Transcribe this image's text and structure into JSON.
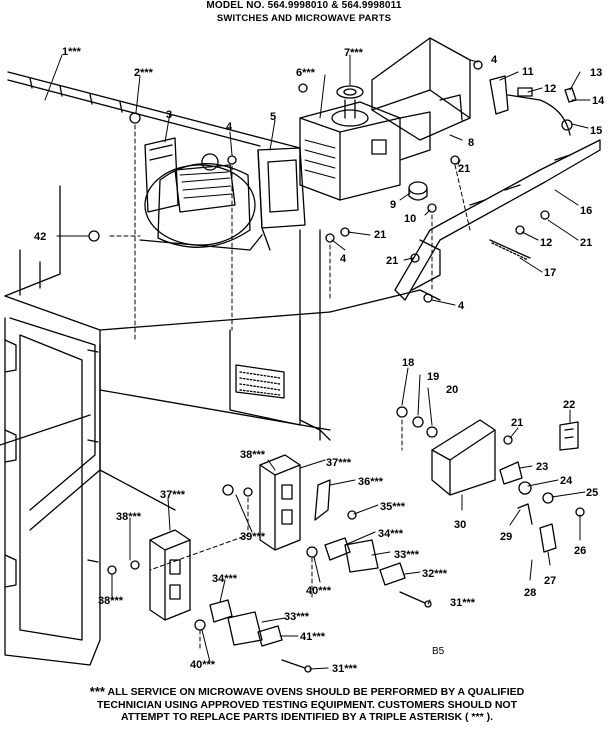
{
  "header": {
    "title": "MODEL NO. 564.9998010 & 564.9998011",
    "subtitle": "SWITCHES AND MICROWAVE PARTS"
  },
  "code": "B5",
  "footnote": {
    "stars": "***",
    "line1": "ALL SERVICE ON MICROWAVE OVENS SHOULD BE PERFORMED BY A QUALIFIED",
    "line2": "TECHNICIAN USING APPROVED TESTING EQUIPMENT. CUSTOMERS SHOULD NOT",
    "line3": "ATTEMPT TO REPLACE PARTS IDENTIFIED BY A TRIPLE ASTERISK ( *** )."
  },
  "callouts": [
    "1***",
    "2***",
    "3",
    "4",
    "5",
    "6***",
    "7***",
    "4",
    "11",
    "13",
    "12",
    "14",
    "15",
    "8",
    "21",
    "9",
    "10",
    "16",
    "21",
    "12",
    "21",
    "17",
    "4",
    "21",
    "4",
    "42",
    "18",
    "19",
    "20",
    "22",
    "21",
    "23",
    "24",
    "25",
    "38***",
    "37***",
    "36***",
    "35***",
    "39***",
    "30",
    "29",
    "26",
    "34***",
    "33***",
    "27",
    "28",
    "32***",
    "40***",
    "31***",
    "37***",
    "38***",
    "38***",
    "34***",
    "33***",
    "41***",
    "40***",
    "31***"
  ]
}
